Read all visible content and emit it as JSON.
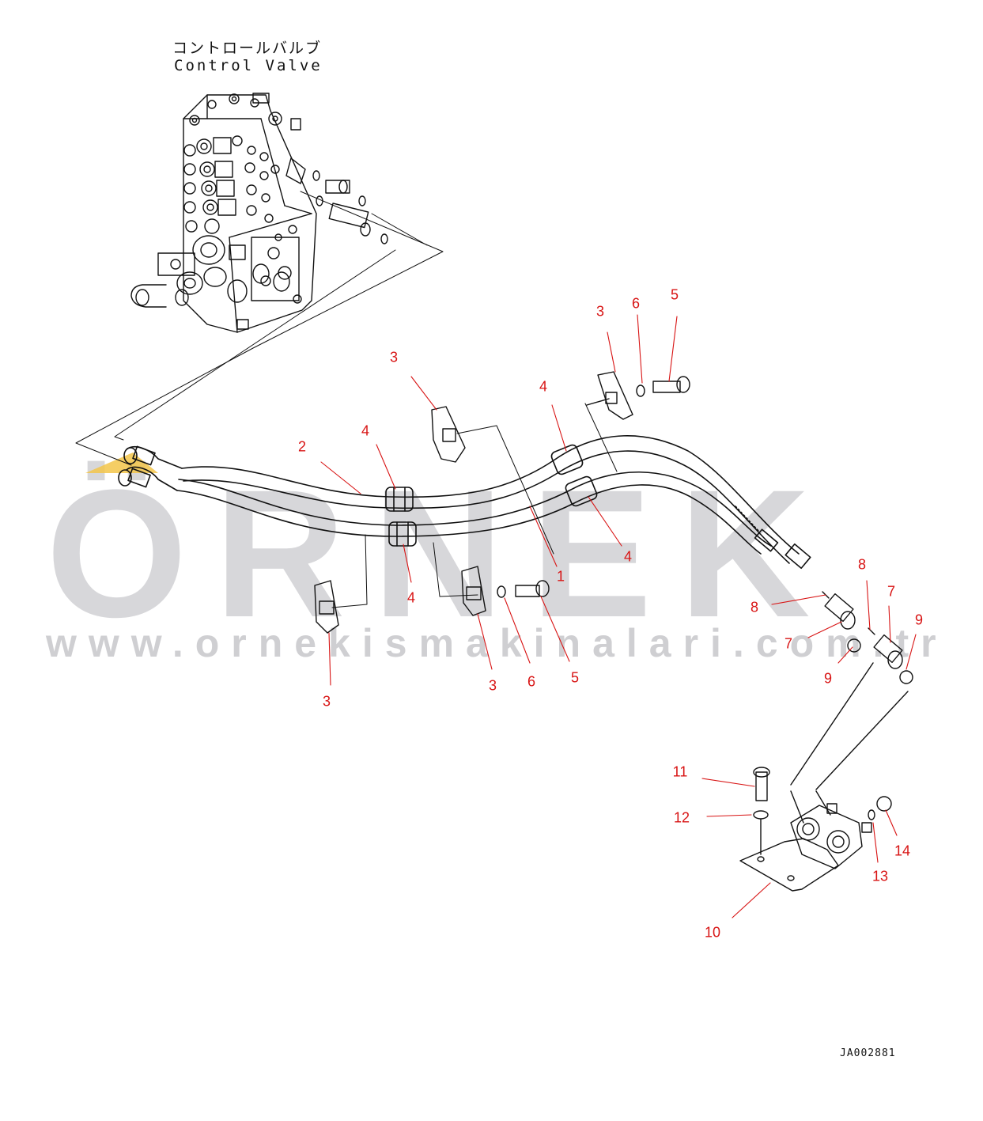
{
  "header": {
    "title_jp": "コントロールバルブ",
    "title_en": "Control Valve"
  },
  "watermark": {
    "brand": "ÖRNEK",
    "url": "www.ornekismakinalari.com.tr",
    "color": "#c9c9cd",
    "accent": "#f3c64a"
  },
  "drawing_code": "JA002881",
  "callout_color": "#d81414",
  "callouts": [
    {
      "id": "c-3-a",
      "label": "3"
    },
    {
      "id": "c-6-a",
      "label": "6"
    },
    {
      "id": "c-5-a",
      "label": "5"
    },
    {
      "id": "c-3-b",
      "label": "3"
    },
    {
      "id": "c-4-a",
      "label": "4"
    },
    {
      "id": "c-2",
      "label": "2"
    },
    {
      "id": "c-4-b",
      "label": "4"
    },
    {
      "id": "c-4-c",
      "label": "4"
    },
    {
      "id": "c-1",
      "label": "1"
    },
    {
      "id": "c-4-d",
      "label": "4"
    },
    {
      "id": "c-8-a",
      "label": "8"
    },
    {
      "id": "c-8-b",
      "label": "8"
    },
    {
      "id": "c-7-a",
      "label": "7"
    },
    {
      "id": "c-7-b",
      "label": "7"
    },
    {
      "id": "c-9-a",
      "label": "9"
    },
    {
      "id": "c-9-b",
      "label": "9"
    },
    {
      "id": "c-3-c",
      "label": "3"
    },
    {
      "id": "c-3-d",
      "label": "3"
    },
    {
      "id": "c-6-b",
      "label": "6"
    },
    {
      "id": "c-5-b",
      "label": "5"
    },
    {
      "id": "c-11",
      "label": "11"
    },
    {
      "id": "c-12",
      "label": "12"
    },
    {
      "id": "c-14",
      "label": "14"
    },
    {
      "id": "c-13",
      "label": "13"
    },
    {
      "id": "c-10",
      "label": "10"
    }
  ]
}
